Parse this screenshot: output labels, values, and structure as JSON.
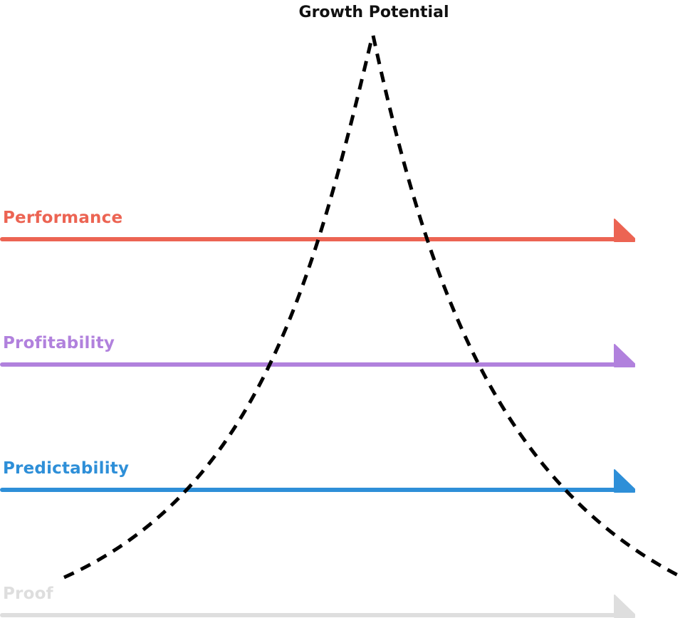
{
  "diagram": {
    "title": "Growth Potential",
    "curve_color": "#000000",
    "rows": [
      {
        "label": "Performance",
        "color": "#ec6453"
      },
      {
        "label": "Profitability",
        "color": "#b181dd"
      },
      {
        "label": "Predictability",
        "color": "#2e8fd8"
      },
      {
        "label": "Proof",
        "color": "#dedede"
      }
    ]
  }
}
